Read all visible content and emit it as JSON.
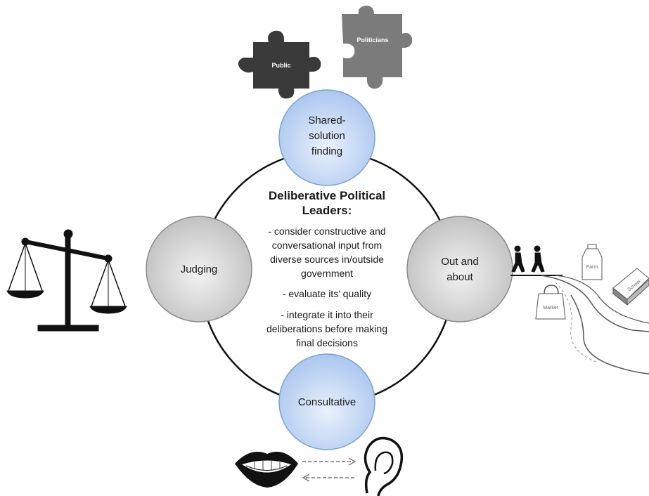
{
  "diagram": {
    "center": {
      "title_line1": "Deliberative Political",
      "title_line2": "Leaders:",
      "bullet1": [
        "- consider constructive and",
        "conversational input from",
        "diverse sources in/outside",
        "government"
      ],
      "bullet2": [
        "- evaluate its’ quality"
      ],
      "bullet3": [
        "- integrate it into their",
        "deliberations before making",
        "final decisions"
      ]
    },
    "nodes": {
      "top": [
        "Shared-",
        "solution",
        "finding"
      ],
      "left": [
        "Judging"
      ],
      "right": [
        "Out and",
        "about"
      ],
      "bottom": [
        "Consultative"
      ]
    },
    "puzzle": {
      "left_label": "Public",
      "right_label": "Politicians"
    },
    "illustration_labels": {
      "bottle": "Farm",
      "books": "School",
      "bag": "Market"
    },
    "colors": {
      "blue_node": "#aac6ef",
      "gray_node": "#c8c8c8",
      "puzzle_dark": "#3a3a3a",
      "puzzle_gray": "#7b7b7b"
    }
  }
}
